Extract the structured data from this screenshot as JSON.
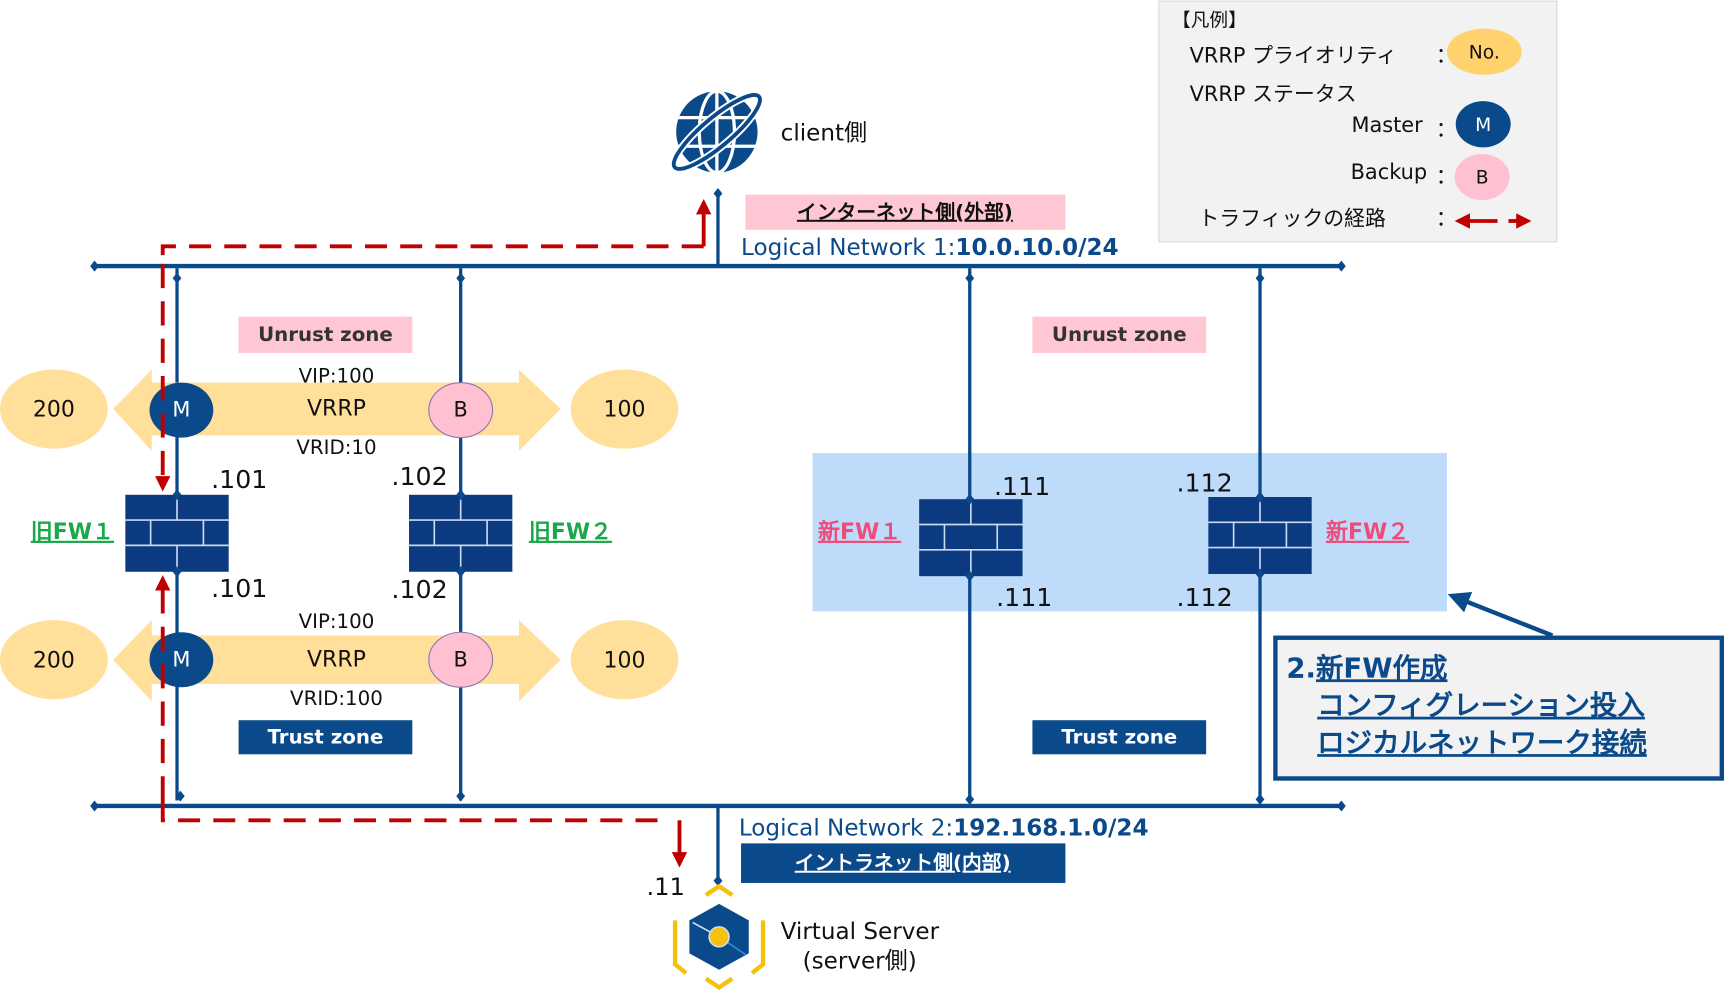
{
  "legend": {
    "title": "【凡例】",
    "priority_label": "VRRP プライオリティ",
    "priority_symbol": "No.",
    "status_label": "VRRP ステータス",
    "master_label": "Master",
    "master_symbol": "M",
    "backup_label": "Backup",
    "backup_symbol": "B",
    "traffic_label": "トラフィックの経路",
    "colon": "："
  },
  "client": {
    "icon": "globe-icon",
    "label": "client側"
  },
  "external": {
    "zone_label": "インターネット側(外部)",
    "network_prefix": "Logical Network 1:",
    "network_cidr": "10.0.10.0/24"
  },
  "internal": {
    "zone_label": "イントラネット側(内部)",
    "network_prefix": "Logical Network 2:",
    "network_cidr": "192.168.1.0/24"
  },
  "server": {
    "icon": "virtual-server-icon",
    "label_line1": "Virtual Server",
    "label_line2": "(server側)",
    "ip": ".11"
  },
  "old_group": {
    "untrust_label": "Unrust zone",
    "trust_label": "Trust zone",
    "vrrp_upper": {
      "vip": "VIP:100",
      "name": "VRRP",
      "vrid": "VRID:10",
      "left_priority": "200",
      "right_priority": "100",
      "left_status": "M",
      "right_status": "B"
    },
    "vrrp_lower": {
      "vip": "VIP:100",
      "name": "VRRP",
      "vrid": "VRID:100",
      "left_priority": "200",
      "right_priority": "100",
      "left_status": "M",
      "right_status": "B"
    },
    "fw1": {
      "name": "旧FW１",
      "ip_top": ".101",
      "ip_bottom": ".101"
    },
    "fw2": {
      "name": "旧FW２",
      "ip_top": ".102",
      "ip_bottom": ".102"
    }
  },
  "new_group": {
    "untrust_label": "Unrust zone",
    "trust_label": "Trust zone",
    "fw1": {
      "name": "新FW１",
      "ip_top": ".111",
      "ip_bottom": ".111"
    },
    "fw2": {
      "name": "新FW２",
      "ip_top": ".112",
      "ip_bottom": ".112"
    }
  },
  "callout": {
    "number": "2.",
    "line1": "新FW作成",
    "line2": "コンフィグレーション投入",
    "line3": "ロジカルネットワーク接続"
  },
  "colors": {
    "navy": "#0b4a8a",
    "firewall": "#0b3a80",
    "traffic_red": "#c00000",
    "priority_yellow": "#ffdf9a",
    "backup_pink": "#ffc1d1",
    "untrust_pink": "#ffc7d4",
    "new_fw_area": "#bedcfa",
    "legend_bg": "#f2f2f2",
    "old_fw_green": "#1aa84a",
    "new_fw_pink": "#ef4c7c"
  }
}
